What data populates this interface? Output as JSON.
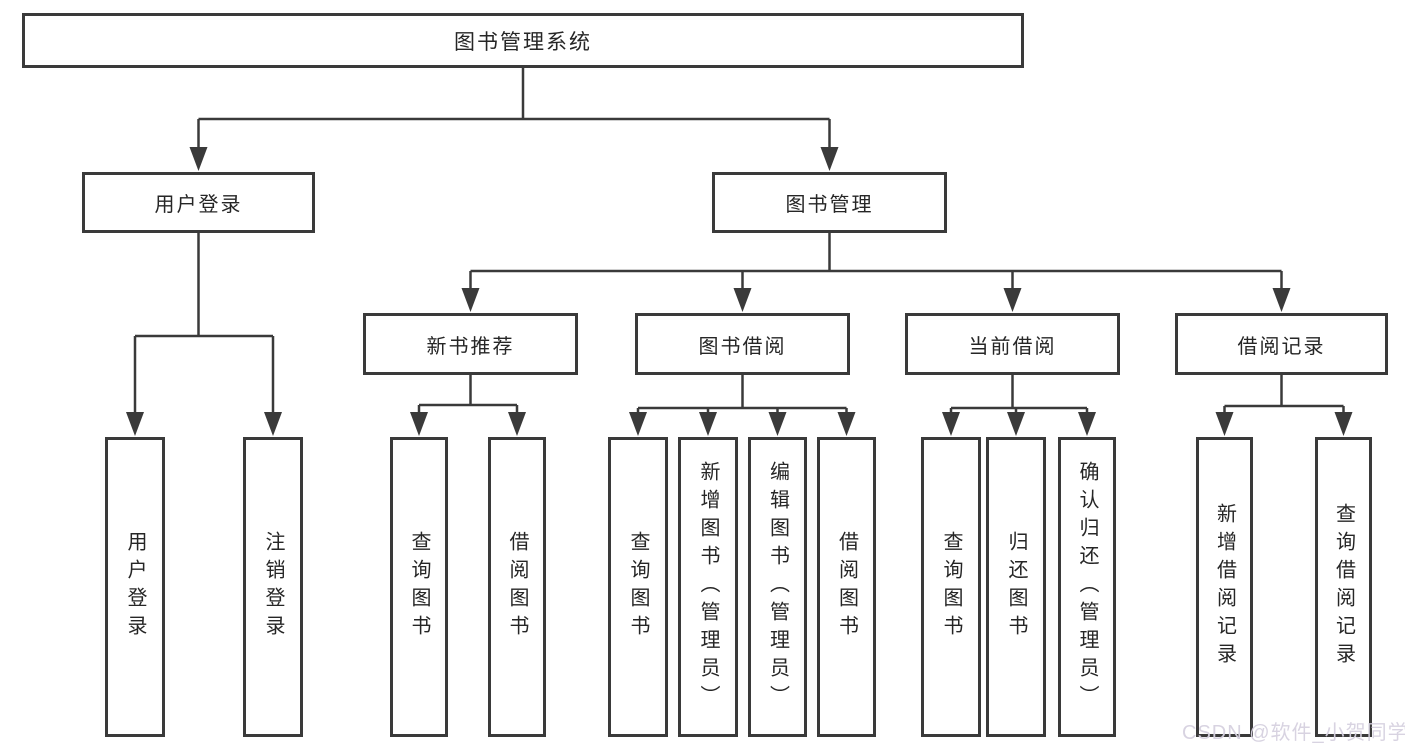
{
  "diagram": {
    "root": {
      "label": "图书管理系统"
    },
    "branches": [
      {
        "label": "用户登录",
        "children": [
          "用户登录",
          "注销登录"
        ]
      },
      {
        "label": "图书管理",
        "sections": [
          {
            "label": "新书推荐",
            "children": [
              "查询图书",
              "借阅图书"
            ]
          },
          {
            "label": "图书借阅",
            "children": [
              "查询图书",
              "新增图书（管理员）",
              "编辑图书（管理员）",
              "借阅图书"
            ]
          },
          {
            "label": "当前借阅",
            "children": [
              "查询图书",
              "归还图书",
              "确认归还（管理员）"
            ]
          },
          {
            "label": "借阅记录",
            "children": [
              "新增借阅记录",
              "查询借阅记录"
            ]
          }
        ]
      }
    ]
  },
  "watermark": {
    "text": "CSDN @软件_小贺同学"
  },
  "colors": {
    "line": "#3a3a3a",
    "border": "#3a3a3a",
    "background": "#ffffff",
    "text": "#262626",
    "watermark": "#d6d1e0"
  }
}
